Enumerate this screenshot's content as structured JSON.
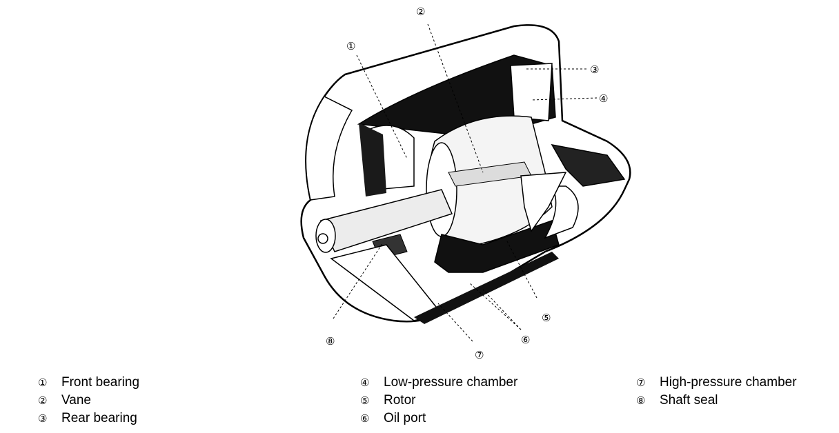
{
  "callouts": [
    "①",
    "②",
    "③",
    "④",
    "⑤",
    "⑥",
    "⑦",
    "⑧"
  ],
  "legend": {
    "col1": [
      {
        "num": "①",
        "label": "Front bearing"
      },
      {
        "num": "②",
        "label": "Vane"
      },
      {
        "num": "③",
        "label": "Rear bearing"
      }
    ],
    "col2": [
      {
        "num": "④",
        "label": "Low-pressure chamber"
      },
      {
        "num": "⑤",
        "label": "Rotor"
      },
      {
        "num": "⑥",
        "label": "Oil port"
      }
    ],
    "col3": [
      {
        "num": "⑦",
        "label": "High-pressure chamber"
      },
      {
        "num": "⑧",
        "label": "Shaft seal"
      }
    ]
  }
}
